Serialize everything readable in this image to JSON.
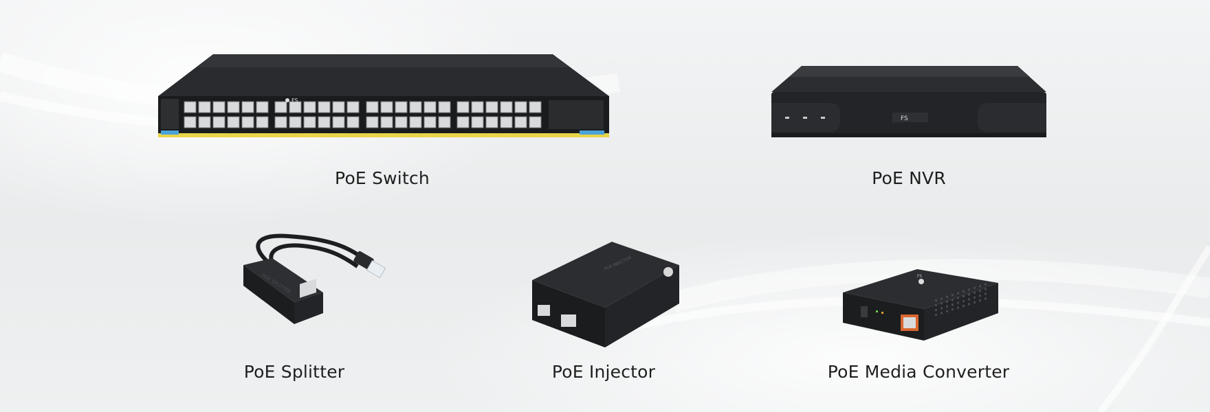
{
  "products": [
    {
      "id": "switch",
      "label": "PoE Switch",
      "brand_mark": "FS"
    },
    {
      "id": "nvr",
      "label": "PoE NVR",
      "brand_mark": "FS"
    },
    {
      "id": "splitter",
      "label": "PoE Splitter",
      "brand_mark": "POE SPLITTER"
    },
    {
      "id": "injector",
      "label": "PoE Injector",
      "brand_mark": "POE INJECTOR"
    },
    {
      "id": "media_converter",
      "label": "PoE Media Converter",
      "brand_mark": "FS"
    }
  ],
  "colors": {
    "background": "#eceeef",
    "device_body": "#1f2022",
    "switch_stripe": "#e8d44a",
    "sfp_accent": "#4aa3d8",
    "rj45_accent": "#d9662e"
  }
}
